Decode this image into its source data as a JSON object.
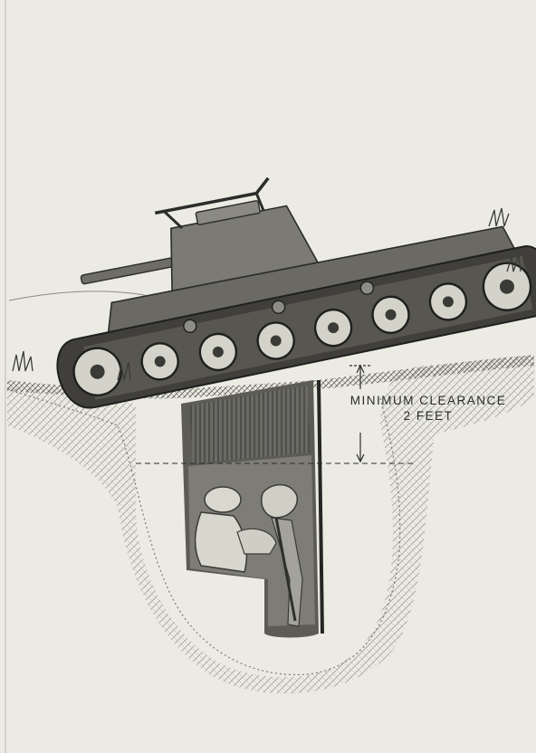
{
  "annotation": {
    "line1": "MINIMUM  CLEARANCE",
    "line2": "2  FEET"
  },
  "palette": {
    "paper": "#ecebe3",
    "ink": "#2c2c2a",
    "mid_gray": "#6b6b67",
    "light_gray": "#9a9a94"
  },
  "illustration": {
    "subject": "tank",
    "figure": "soldier",
    "shelter": "foxhole"
  }
}
